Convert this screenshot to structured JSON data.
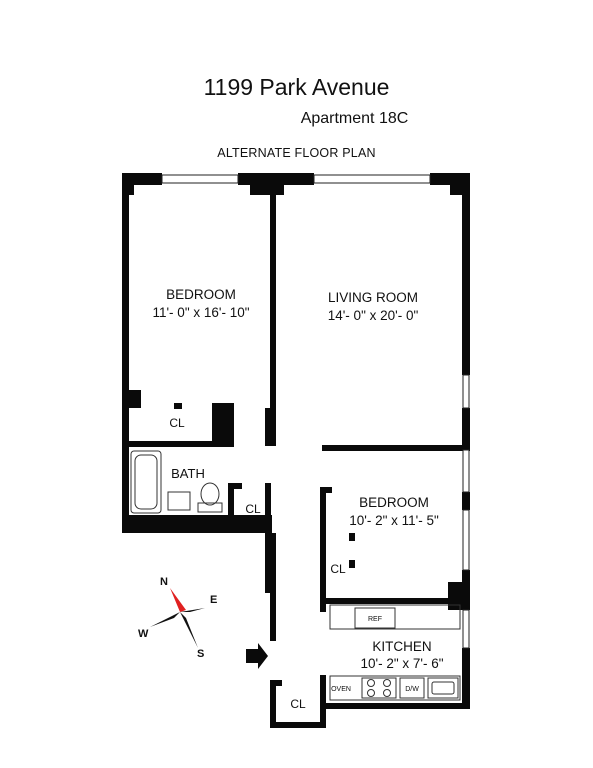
{
  "header": {
    "address": "1199 Park Avenue",
    "apartment": "Apartment 18C",
    "plan_note": "ALTERNATE FLOOR PLAN"
  },
  "rooms": {
    "bedroom_1": {
      "name": "BEDROOM",
      "dims": "11'- 0\" x 16'- 10\""
    },
    "living_room": {
      "name": "LIVING ROOM",
      "dims": "14'- 0\" x 20'- 0\""
    },
    "bath": {
      "name": "BATH"
    },
    "bedroom_2": {
      "name": "BEDROOM",
      "dims": "10'- 2\" x 11'- 5\""
    },
    "kitchen": {
      "name": "KITCHEN",
      "dims": "10'- 2\" x 7'- 6\""
    }
  },
  "closets": {
    "cl_1": "CL",
    "cl_2": "CL",
    "cl_3": "CL",
    "cl_4": "CL"
  },
  "appliances": {
    "ref": "REF",
    "oven": "OVEN",
    "dw": "D/W"
  },
  "compass": {
    "n": "N",
    "e": "E",
    "s": "S",
    "w": "W",
    "north_color": "#e02020"
  },
  "colors": {
    "wall": "#0a0a0a"
  }
}
